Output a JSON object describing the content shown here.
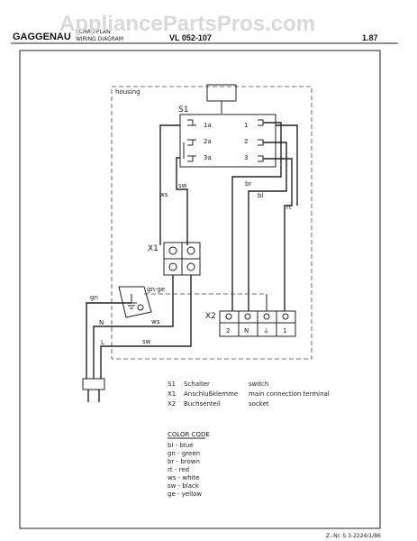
{
  "header": {
    "brand": "GAGGENAU",
    "line1": "SCHALTPLAN",
    "line2": "WIRING DIAGRAM",
    "model": "VL 052-107",
    "page": "1.87"
  },
  "watermark": "AppliancePartsPros.com",
  "housing_label": "housing",
  "switch": {
    "name": "S1",
    "terminals_left": [
      "1a",
      "2a",
      "3a"
    ],
    "terminals_right": [
      "1",
      "2",
      "3"
    ]
  },
  "wire_labels": {
    "ws": "ws",
    "sw": "sw",
    "br": "br",
    "bl": "bl",
    "rt": "rt",
    "gn_ge": "gn-ge",
    "gn": "gn",
    "N": "N",
    "L": "L",
    "ws2": "ws",
    "sw2": "sw"
  },
  "x1_label": "X1",
  "x2": {
    "label": "X2",
    "slots": [
      "2",
      "N",
      "⏚",
      "1"
    ]
  },
  "legend": [
    {
      "code": "S1",
      "german": "Schalter",
      "english": "switch"
    },
    {
      "code": "X1",
      "german": "Anschlußklemme",
      "english": "main connection terminal"
    },
    {
      "code": "X2",
      "german": "Buchsenteil",
      "english": "socket"
    }
  ],
  "color_code": {
    "title": "COLOR CODE",
    "items": [
      "bl - blue",
      "gn - green",
      "br - brown",
      "rt - red",
      "ws - white",
      "sw - black",
      "ge - yellow"
    ]
  },
  "footer": "Z.-Nr. S 3-2224/1/86"
}
